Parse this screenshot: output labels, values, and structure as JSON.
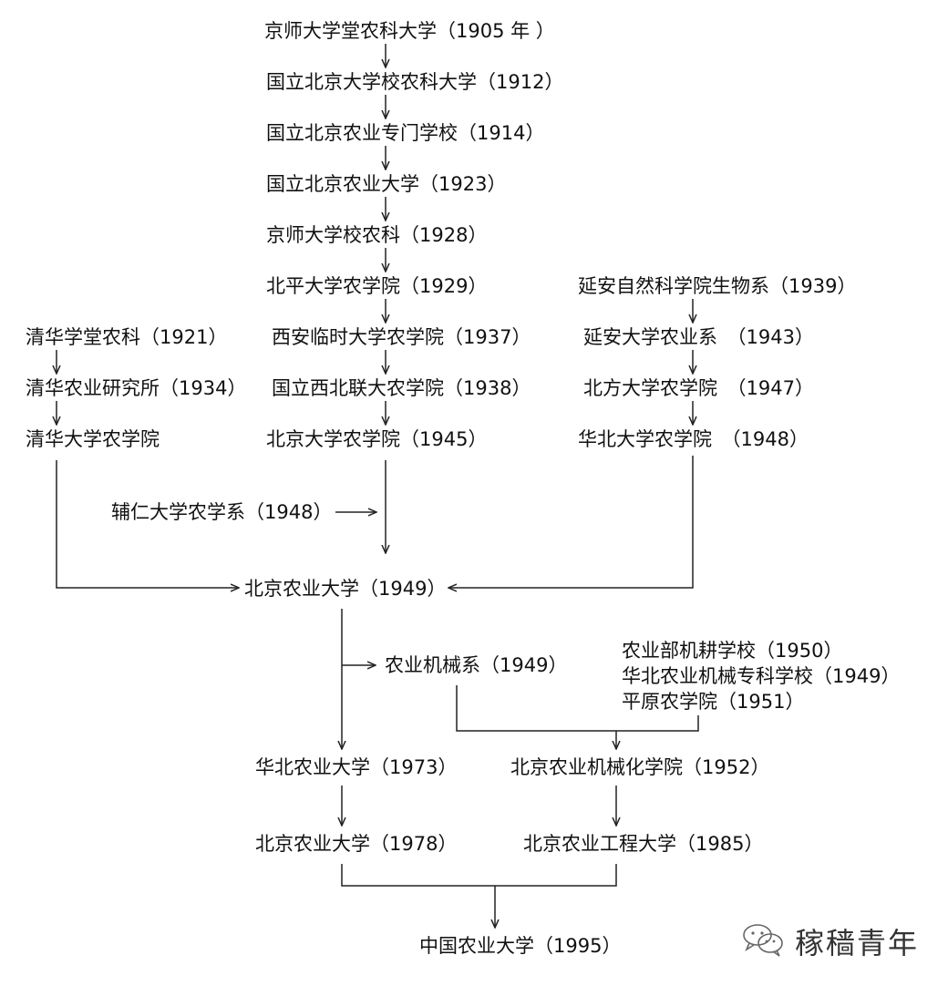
{
  "nodes": {
    "n1905": "京师大学堂农科大学（1905 年 ）",
    "n1912": "国立北京大学校农科大学（1912）",
    "n1914": "国立北京农业专门学校（1914）",
    "n1923": "国立北京农业大学（1923）",
    "n1928": "京师大学校农科（1928）",
    "n1929": "北平大学农学院（1929）",
    "n1937": "西安临时大学农学院（1937）",
    "n1938": "国立西北联大农学院（1938）",
    "n1945": "北京大学农学院（1945）",
    "qh1921": "清华学堂农科（1921）",
    "qh1934": "清华农业研究所（1934）",
    "qhdx": "清华大学农学院",
    "ya1939": "延安自然科学院生物系（1939）",
    "ya1943": "延安大学农业系　（1943）",
    "bf1947": "北方大学农学院　（1947）",
    "hb1948": "华北大学农学院　（1948）",
    "fr1948": "辅仁大学农学系（1948）",
    "bn1949": "北京农业大学（1949）",
    "nyjx1949": "农业机械系（1949）",
    "jg1950": "农业部机耕学校（1950）",
    "hbjx1949": "华北农业机械专科学校（1949）",
    "py1951": "平原农学院（1951）",
    "hbny1973": "华北农业大学（1973）",
    "bnjh1952": "北京农业机械化学院（1952）",
    "bn1978": "北京农业大学（1978）",
    "bngc1985": "北京农业工程大学（1985）",
    "zg1995": "中国农业大学（1995）"
  },
  "watermark": {
    "text": "稼穑青年",
    "icon": "wechat-icon"
  },
  "colors": {
    "line": "#222222",
    "text": "#111111"
  }
}
